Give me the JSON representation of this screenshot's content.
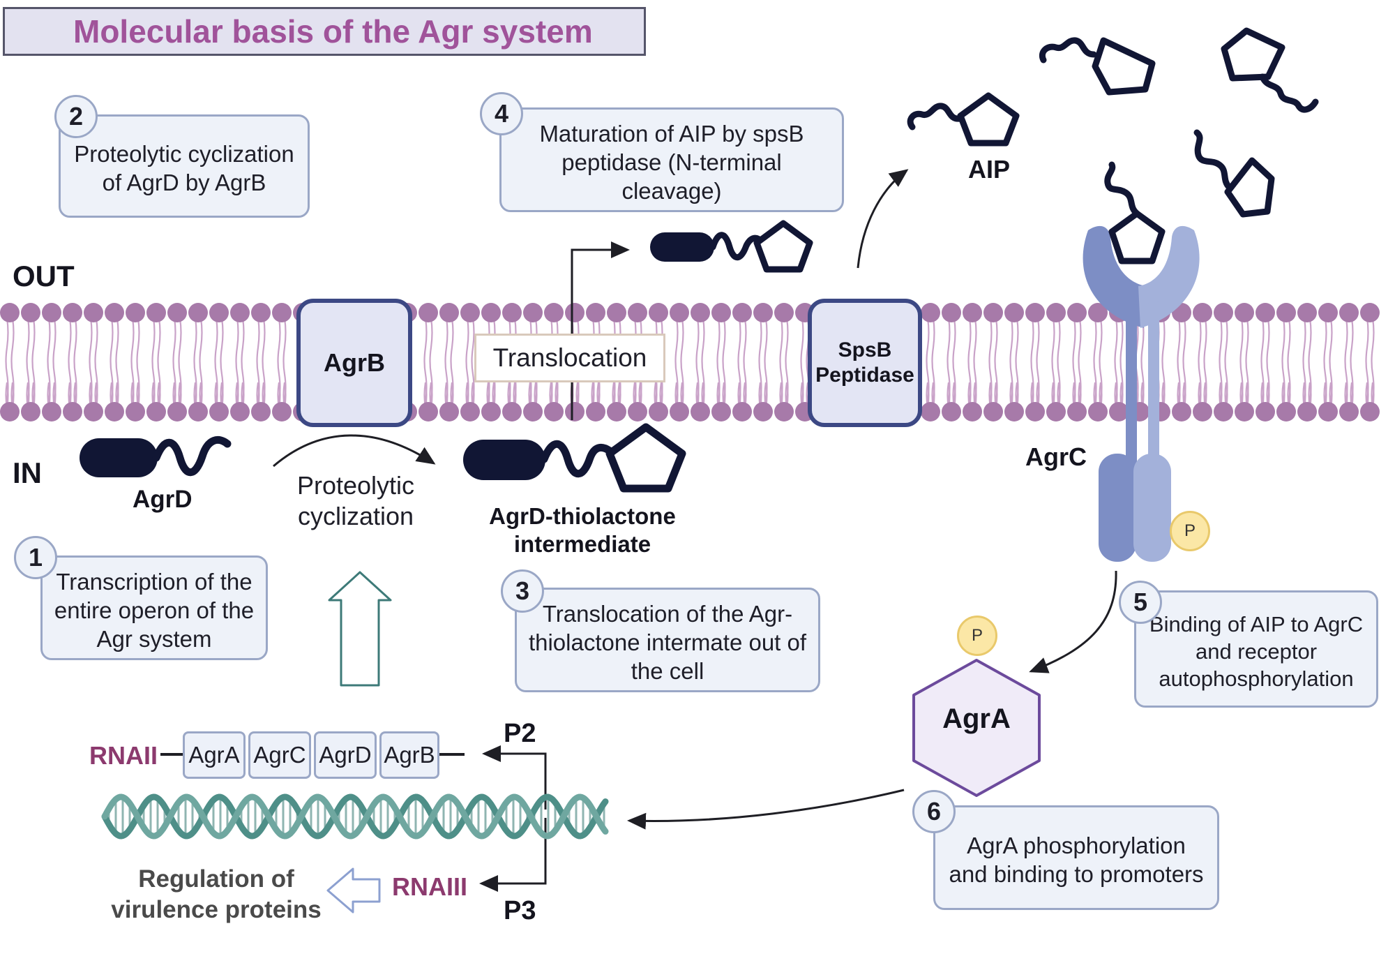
{
  "title": "Molecular basis of the Agr system",
  "labels": {
    "out": "OUT",
    "in": "IN",
    "agrd": "AgrD",
    "proteolytic_cyclization": "Proteolytic cyclization",
    "thiolactone": "AgrD-thiolactone intermediate",
    "translocation": "Translocation",
    "aip": "AIP",
    "agrc": "AgrC",
    "agra": "AgrA",
    "agrb": "AgrB",
    "spsb": "SpsB Peptidase",
    "p_badge": "P",
    "p2": "P2",
    "p3": "P3",
    "rnaii": "RNAII",
    "rnaiii": "RNAIII",
    "regulation": "Regulation of virulence proteins"
  },
  "steps": [
    {
      "num": "1",
      "text": "Transcription of the entire operon of the Agr system"
    },
    {
      "num": "2",
      "text": "Proteolytic cyclization of AgrD by AgrB"
    },
    {
      "num": "3",
      "text": "Translocation of the Agr-thiolactone intermate out of the cell"
    },
    {
      "num": "4",
      "text": "Maturation of AIP by spsB peptidase (N-terminal cleavage)"
    },
    {
      "num": "5",
      "text": "Binding of AIP to AgrC and receptor autophosphorylation"
    },
    {
      "num": "6",
      "text": "AgrA phosphorylation and binding to promoters"
    }
  ],
  "operon_genes": [
    "AgrA",
    "AgrC",
    "AgrD",
    "AgrB"
  ],
  "colors": {
    "title_text": "#a0539a",
    "membrane_head": "#a77aa9",
    "membrane_tail": "#c9a2c8",
    "protein_border": "#3c4884",
    "peptide": "#111634",
    "agrc_dark": "#7d8ec5",
    "agrc_light": "#a3b1da",
    "agra_fill": "#f0ebf8",
    "agra_border": "#6c4a9c",
    "rna_label": "#8c3a6e",
    "dna": "#4e8f88"
  }
}
